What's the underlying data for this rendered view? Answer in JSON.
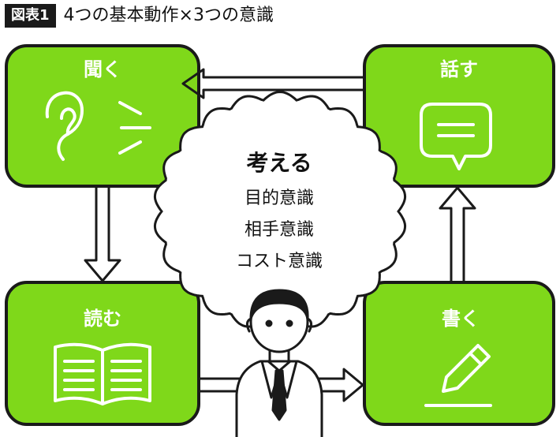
{
  "header": {
    "badge": "図表1",
    "title": "4つの基本動作×3つの意識"
  },
  "diagram": {
    "accent_color": "#7fd81a",
    "boxes": {
      "listen": {
        "label": "聞く",
        "icon": "ear-icon"
      },
      "speak": {
        "label": "話す",
        "icon": "speech-bubble-icon"
      },
      "read": {
        "label": "読む",
        "icon": "open-book-icon"
      },
      "write": {
        "label": "書く",
        "icon": "pencil-icon"
      }
    },
    "center": {
      "title": "考える",
      "items": [
        "目的意識",
        "相手意識",
        "コスト意識"
      ]
    },
    "person_icon": "businessman-icon"
  }
}
